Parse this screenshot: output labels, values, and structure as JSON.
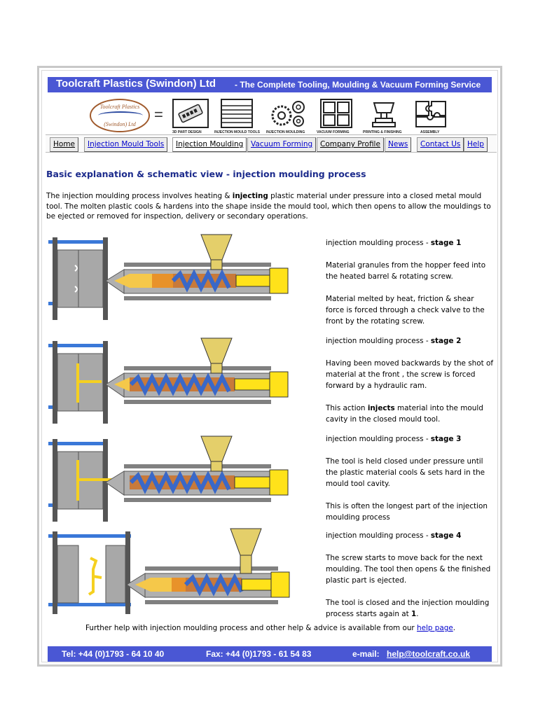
{
  "header": {
    "company": "Toolcraft Plastics (Swindon) Ltd",
    "tagline": "- The Complete Tooling, Moulding & Vacuum Forming Service",
    "logo": {
      "top_text": "Toolcraft Plastics",
      "bottom_text": "(Swindon) Ltd"
    },
    "equals_sign": "=",
    "services": [
      "3D PART DESIGN",
      "INJECTION MOULD TOOLS",
      "INJECTION MOULDING",
      "VACUUM FORMING",
      "PRINTING & FINISHING",
      "ASSEMBLY"
    ]
  },
  "nav": {
    "items": [
      "Home",
      "Injection Mould Tools",
      "Injection Moulding",
      "Vacuum Forming",
      "Company Profile",
      "News",
      "Contact Us",
      "Help"
    ]
  },
  "main": {
    "heading": "Basic explanation & schematic view - injection moulding process",
    "intro_before": "The injection moulding process involves heating & ",
    "intro_bold": "injecting",
    "intro_after": " plastic material under pressure into a closed metal mould tool. The molten plastic cools & hardens into the shape inside the mould tool, which then opens to allow the mouldings to be ejected or removed for inspection, delivery or secondary operations.",
    "stages": [
      {
        "title_prefix": "injection moulding process - ",
        "title_bold": "stage 1",
        "p1": "Material granules from the hopper feed into the heated barrel & rotating screw.",
        "p2_before": "Material melted by heat, friction & shear force is forced through a check valve to the front by the rotating screw.",
        "p2_bold": "",
        "p2_after": ""
      },
      {
        "title_prefix": "injection moulding process - ",
        "title_bold": "stage 2",
        "p1": "Having been moved backwards by the shot of material at the front , the screw is forced forward by a hydraulic ram.",
        "p2_before": "This action ",
        "p2_bold": "injects",
        "p2_after": " material into the mould cavity in the closed mould tool."
      },
      {
        "title_prefix": "injection moulding process - ",
        "title_bold": "stage 3",
        "p1": "The tool is held closed under pressure until the plastic material cools & sets hard in the mould tool cavity.",
        "p2_before": "This is often the longest part of the injection moulding process",
        "p2_bold": "",
        "p2_after": ""
      },
      {
        "title_prefix": "injection moulding process - ",
        "title_bold": "stage 4",
        "p1": "The screw starts to move back for the next moulding. The tool then opens & the finished plastic part is ejected.",
        "p2_before": "The tool is closed and the injection moulding process starts again at ",
        "p2_bold": "1",
        "p2_after": "."
      }
    ],
    "further_text": "Further help with injection moulding process and other help & advice is available from our ",
    "further_link": "help page",
    "further_end": "."
  },
  "footer": {
    "tel": "Tel: +44 (0)1793 - 64 10 40",
    "fax": "Fax: +44 (0)1793 - 61 54 83",
    "email_label": "e-mail: ",
    "email": "help@toolcraft.co.uk"
  },
  "colors": {
    "brand_blue": "#4a57d4",
    "heading_blue": "#1c2b8c",
    "link_blue": "#0000cc",
    "yellow": "#ffe21a",
    "orange": "#e8922a",
    "screw_blue": "#3a68c8",
    "mould_grey": "#a8a8a8"
  }
}
